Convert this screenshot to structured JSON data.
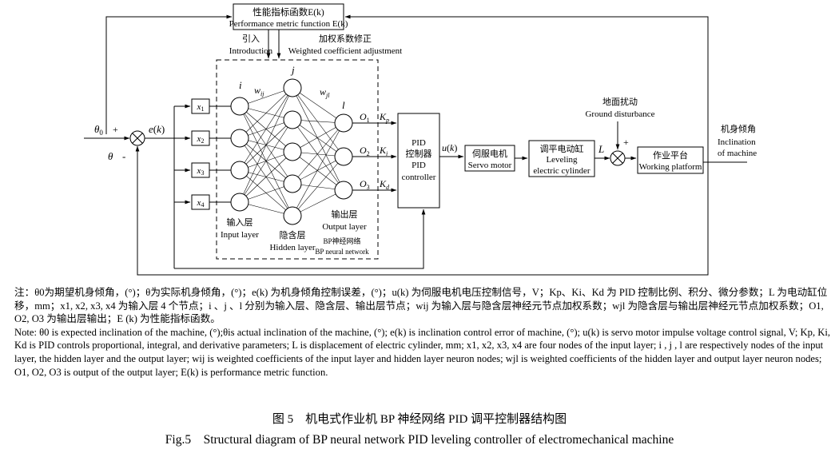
{
  "blocks": {
    "performance_cn": "性能指标函数E(k)",
    "performance_en": "Performance metric function E(k)",
    "pid_cn1": "PID",
    "pid_cn2": "控制器",
    "pid_en1": "PID",
    "pid_en2": "controller",
    "servo_cn": "伺服电机",
    "servo_en": "Servo motor",
    "cyl_cn": "调平电动缸",
    "cyl_en1": "Leveling",
    "cyl_en2": "electric cylinder",
    "plat_cn": "作业平台",
    "plat_en": "Working platform"
  },
  "labels": {
    "intro_cn": "引入",
    "intro_en": "Introduction",
    "weight_cn": "加权系数修正",
    "weight_en": "Weighted coefficient adjustment",
    "theta0": "θ0",
    "plus": "+",
    "theta": "θ",
    "minus": "-",
    "ek": "e(k)",
    "x1": "x1",
    "x2": "x2",
    "x3": "x3",
    "x4": "x4",
    "i": "i",
    "j": "j",
    "l": "l",
    "wij": "wij",
    "wjl": "wjl",
    "o1": "O1",
    "o2": "O2",
    "o3": "O3",
    "kp": "Kp",
    "ki": "Ki",
    "kd": "Kd",
    "input_cn": "输入层",
    "input_en": "Input layer",
    "hidden_cn": "隐含层",
    "hidden_en": "Hidden layer",
    "output_cn": "输出层",
    "output_en": "Output layer",
    "bp_cn": "BP神经网络",
    "bp_en": "BP neural network",
    "uk": "u(k)",
    "L": "L",
    "dist_cn": "地面扰动",
    "dist_en": "Ground disturbance",
    "plus2": "+",
    "incl_cn": "机身倾角",
    "incl_en1": "Inclination",
    "incl_en2": "of machine"
  },
  "notes": {
    "cn": "注：θ0为期望机身倾角，(°)；θ为实际机身倾角，(°)；e(k) 为机身倾角控制误差，(°)；u(k) 为伺服电机电压控制信号，V；Kp、Ki、Kd 为 PID 控制比例、积分、微分参数；L 为电动缸位移，mm；x1, x2, x3, x4 为输入层 4 个节点；i 、j 、l 分别为输入层、隐含层、输出层节点；wij 为输入层与隐含层神经元节点加权系数；wjl 为隐含层与输出层神经元节点加权系数；O1, O2, O3 为输出层输出；E (k) 为性能指标函数。",
    "en": "Note: θ0 is expected inclination of the machine, (°);θis actual inclination of the machine, (°); e(k) is inclination control error of machine, (°); u(k) is servo motor impulse voltage control signal, V; Kp, Ki, Kd is PID controls proportional, integral, and derivative parameters; L is displacement of electric cylinder, mm; x1, x2, x3, x4 are four nodes of the input layer; i , j , l are respectively nodes of the input layer, the hidden layer and the output layer; wij is weighted coefficients of the input layer and hidden layer neuron nodes; wjl is weighted coefficients of the hidden layer and output layer neuron nodes; O1, O2, O3 is output of the output layer; E(k) is performance metric function."
  },
  "caption": {
    "cn": "图 5　机电式作业机 BP 神经网络 PID 调平控制器结构图",
    "en": "Fig.5　Structural diagram of BP neural network PID leveling controller of electromechanical machine"
  }
}
